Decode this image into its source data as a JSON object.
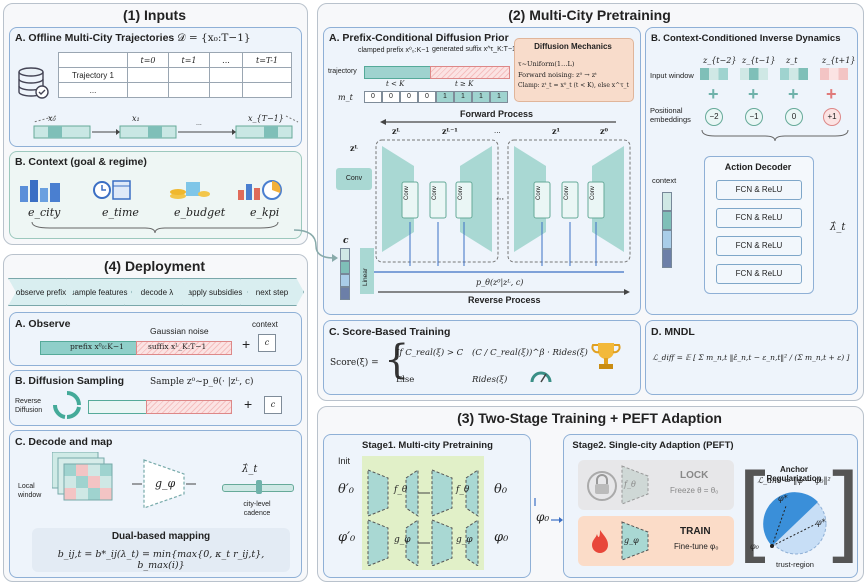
{
  "inputs": {
    "title": "(1) Inputs",
    "a_title": "A. Offline Multi-City Trajectories",
    "a_formula": "𝒟 = {x₀:T−1}",
    "table_headers": [
      "",
      "t=0",
      "t=1",
      "...",
      "t=T-1"
    ],
    "table_rows": [
      [
        "Trajectory 1",
        "",
        "",
        "",
        ""
      ],
      [
        "...",
        "",
        "",
        "",
        ""
      ]
    ],
    "seq_labels": [
      "x₀",
      "x₁",
      "...",
      "x_{T−1}"
    ],
    "b_title": "B. Context (goal & regime)",
    "contexts": [
      "e_city",
      "e_time",
      "e_budget",
      "e_kpi"
    ]
  },
  "deployment": {
    "title": "(4) Deployment",
    "steps": [
      "observe prefix",
      "sample features",
      "decode λ",
      "apply subsidies",
      "next step"
    ],
    "a_title": "A. Observe",
    "gaussian": "Gaussian noise",
    "context": "context",
    "prefix": "prefix x⁰₀:K−1",
    "suffix": "suffix xᴸ_K:T−1",
    "c_label": "c",
    "b_title": "B. Diffusion Sampling",
    "sample_formula": "Sample z⁰~p_θ(· |zᴸ, c)",
    "reverse_diffusion": "Reverse Diffusion",
    "c_title": "C. Decode and map",
    "local_window": "Local window",
    "g_phi": "g_φ",
    "lambda_t": "λ̂_t",
    "cadence": "city-level cadence",
    "dual_title": "Dual-based mapping",
    "dual_formula": "b_ij,t = b*_ij(λ_t) = min{max{0, κ_t r_ij,t}, b_max(i)}"
  },
  "pretraining": {
    "title": "(2) Multi-City Pretraining",
    "a_title": "A. Prefix-Conditional Diffusion Prior",
    "clamped": "clamped prefix x⁰₀:K−1",
    "generated": "generated suffix x^τ_K:T−1",
    "trajectory": "trajectory",
    "t_lt_k": "t < K",
    "t_ge_k": "t ≥ K",
    "m_t": "m_t",
    "mask": [
      "0",
      "0",
      "0",
      "0",
      "1",
      "1",
      "1",
      "1"
    ],
    "mech_title": "Diffusion Mechanics",
    "mech_lines": [
      "τ~Uniform(1…L)",
      "Forward noising: z⁰ → zᵗ",
      "Clamp: zᵗ_t = x⁰_t (t < K), else x^τ_t"
    ],
    "forward": "Forward Process",
    "reverse": "Reverse Process",
    "z_labels": [
      "zᴸ",
      "zᴸ⁻¹",
      "...",
      "z¹",
      "z⁰"
    ],
    "zl": "zᴸ",
    "conv": "Conv",
    "c": "c",
    "linear": "Linear",
    "p_theta": "p_θ(z⁰|zᴸ, c)",
    "b_title": "B. Context-Conditioned Inverse Dynamics",
    "input_window": "Input window",
    "window_labels": [
      "z_{t−2}",
      "z_{t−1}",
      "z_t",
      "z_{t+1}"
    ],
    "pos_emb": "Positional embeddings",
    "pos_values": [
      "−2",
      "−1",
      "0",
      "+1"
    ],
    "context": "context",
    "decoder": "Action Decoder",
    "fcn": [
      "FCN & ReLU",
      "FCN & ReLU",
      "FCN & ReLU",
      "FCN & ReLU"
    ],
    "lambda_t": "λ̂_t",
    "c_title": "C. Score-Based Training",
    "score_lhs": "Score(ξ) =",
    "if_cond": "If C_real(ξ) > C",
    "score_top": "(C / C_real(ξ))^β · Rides(ξ)",
    "else": "Else",
    "score_bottom": "Rides(ξ)",
    "d_title": "D. MNDL",
    "mndl": "ℒ_diff = 𝔼 [ Σ m_n,t ‖ε̂_n,t − ε_n,t‖² / (Σ m_n,t + ε) ]"
  },
  "two_stage": {
    "title": "(3) Two-Stage Training + PEFT Adaption",
    "stage1": "Stage1. Multi-city Pretraining",
    "init": "Init",
    "theta0p": "θ′₀",
    "phi0p": "φ′₀",
    "f_theta": "f_θ",
    "g_phi": "g_φ",
    "theta0": "θ₀",
    "phi0": "φ₀",
    "phi0_mid": "φ₀",
    "stage2": "Stage2. Single-city Adaption (PEFT)",
    "lock": "LOCK",
    "freeze": "Freeze θ = θ₀",
    "train": "TRAIN",
    "finetune": "Fine-tune φ₀",
    "anchor_title": "Anchor Regularization",
    "anchor_formula": "ℒ_anc = ‖φ − φ₀‖²",
    "phi_star": "φ*",
    "phi0_small": "φ₀",
    "trust": "trust-region"
  },
  "colors": {
    "teal": "#9fd3cf",
    "pink": "#f6c6c6",
    "blue_border": "#8fb0d6"
  }
}
